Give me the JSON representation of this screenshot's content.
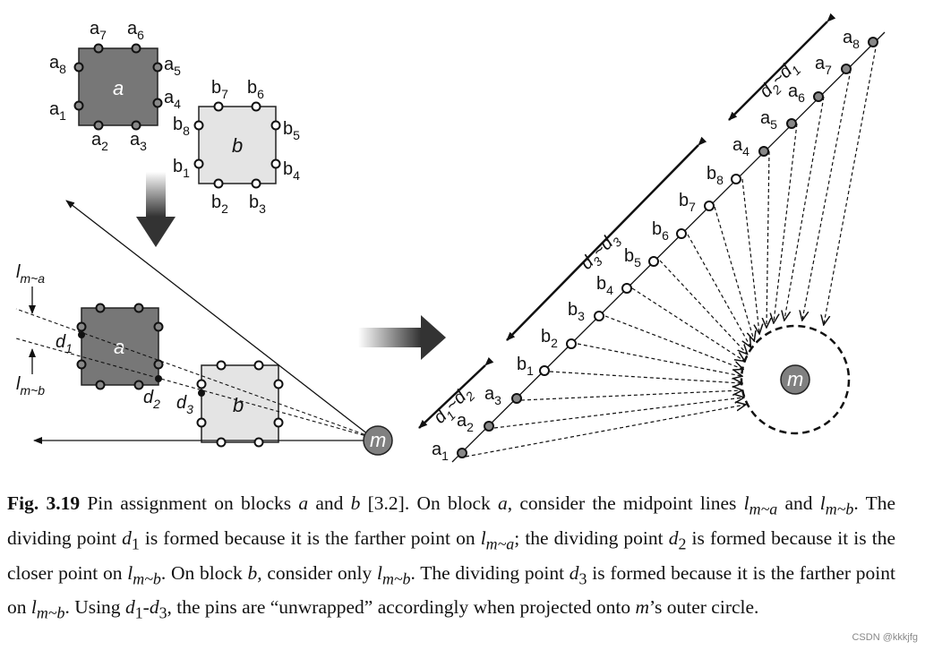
{
  "figure": {
    "block_a": "a",
    "block_b": "b",
    "center": "m",
    "pins_a": [
      "a1",
      "a2",
      "a3",
      "a4",
      "a5",
      "a6",
      "a7",
      "a8"
    ],
    "pins_b": [
      "b1",
      "b2",
      "b3",
      "b4",
      "b5",
      "b6",
      "b7",
      "b8"
    ],
    "line_labels": [
      "l",
      "m~a",
      "m~b"
    ],
    "dividing_points": [
      "d1",
      "d2",
      "d3"
    ],
    "ranges": [
      "d1~d2",
      "d3~d3",
      "d2~d1"
    ]
  },
  "caption": {
    "fig_number": "Fig. 3.19",
    "line1": " Pin assignment on blocks ",
    "line2": " and ",
    "line3": " [3.2]. On block ",
    "line4": ", consider the midpoint lines ",
    "line5": " and",
    "l_ma": "m~a",
    "l_mb": "m~b",
    "s2a": ". The dividing point ",
    "s2b": " is formed because it is the farther point on ",
    "s2c": "; the dividing point ",
    "s2d": " is",
    "s3a": "formed because it is the closer point on ",
    "s3b": ". On block ",
    "s3c": ", consider only ",
    "s3d": ". The dividing point ",
    "s3e": " is",
    "s4a": "formed because it is the farther point on ",
    "s4b": ". Using ",
    "s4c": "-",
    "s4d": ", the pins are “unwrapped” accordingly",
    "s5a": "when projected onto ",
    "s5b": "’s outer circle."
  },
  "watermark": "CSDN @kkkjfg"
}
